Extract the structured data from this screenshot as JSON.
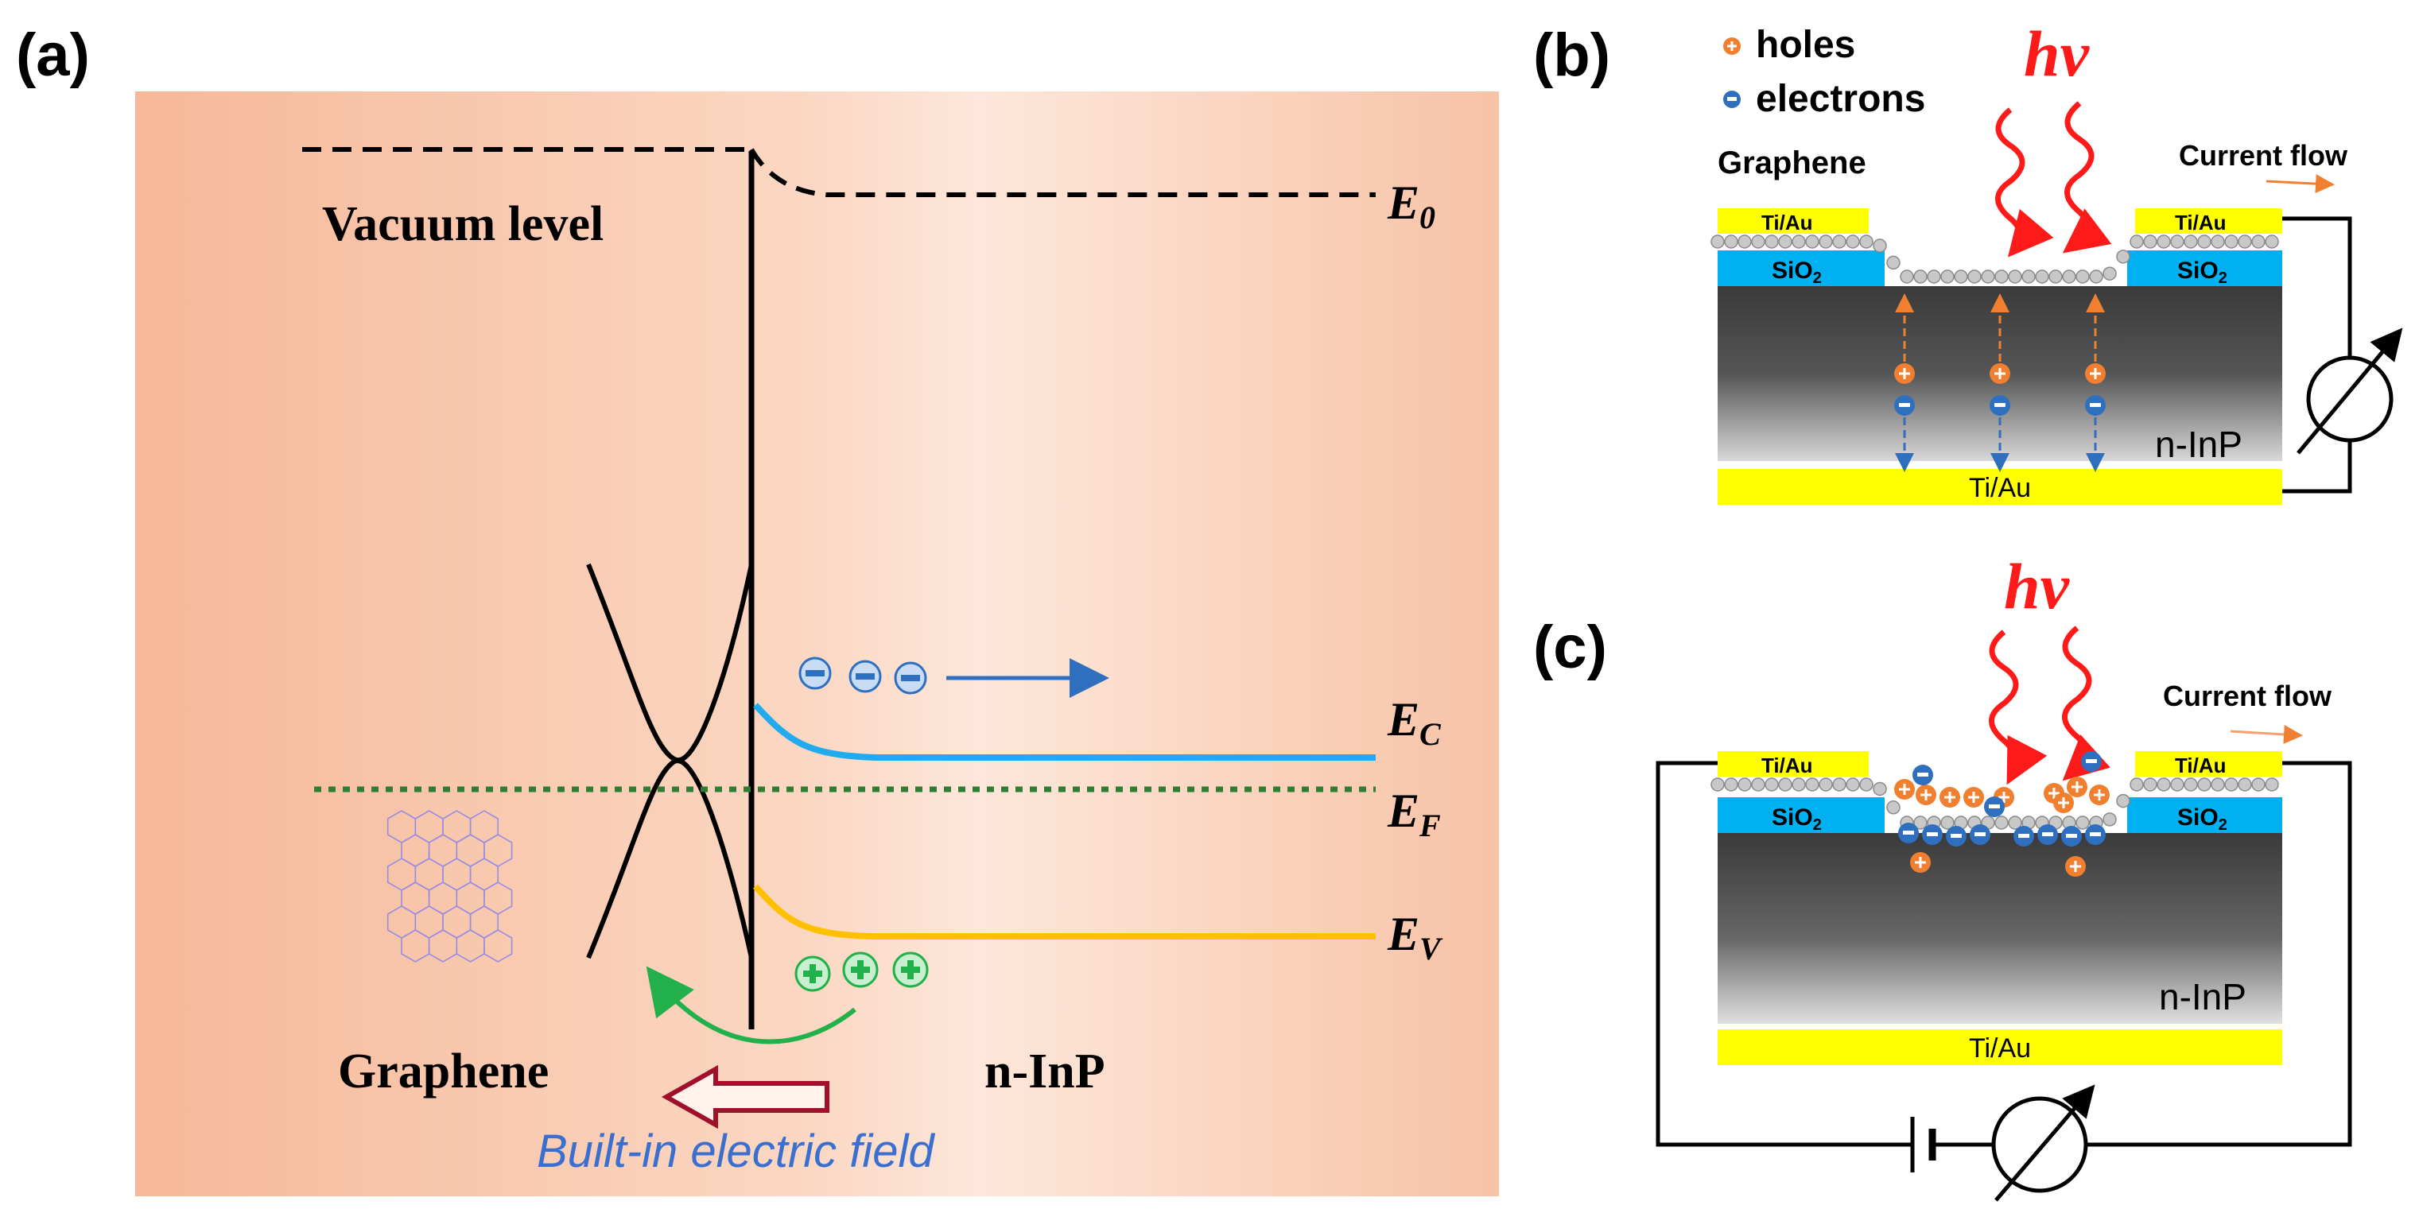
{
  "panel_a": {
    "label": "(a)",
    "vacuum_level": "Vacuum level",
    "e0": {
      "main": "E",
      "sub": "0"
    },
    "ec": {
      "main": "E",
      "sub": "C"
    },
    "ef": {
      "main": "E",
      "sub": "F"
    },
    "ev": {
      "main": "E",
      "sub": "V"
    },
    "graphene": "Graphene",
    "ninp": "n-InP",
    "field": "Built-in electric field"
  },
  "panel_b": {
    "label": "(b)",
    "holes": "holes",
    "electrons": "electrons",
    "hv": "hv",
    "graphene": "Graphene",
    "current_flow": "Current flow",
    "tiau_left": "Ti/Au",
    "tiau_right": "Ti/Au",
    "sio2_left": {
      "main": "SiO",
      "sub": "2"
    },
    "sio2_right": {
      "main": "SiO",
      "sub": "2"
    },
    "ninp": "n-InP",
    "tiau_bottom": "Ti/Au"
  },
  "panel_c": {
    "label": "(c)",
    "hv": "hv",
    "current_flow": "Current flow",
    "tiau_left": "Ti/Au",
    "tiau_right": "Ti/Au",
    "sio2_left": {
      "main": "SiO",
      "sub": "2"
    },
    "sio2_right": {
      "main": "SiO",
      "sub": "2"
    },
    "ninp": "n-InP",
    "tiau_bottom": "Ti/Au"
  },
  "colors": {
    "background_orange": "#f6b898",
    "conduction_band": "#22aaee",
    "valence_band": "#ffc000",
    "fermi_level": "#2e7d32",
    "electron": "#2f6fc0",
    "hole": "#f08030",
    "positive_charge": "#22b04a",
    "photon": "#ff1a1a",
    "gold": "#ffff00",
    "sio2": "#00b0f0",
    "field_text": "#3a6fd0",
    "field_arrow": "#a0102a"
  }
}
